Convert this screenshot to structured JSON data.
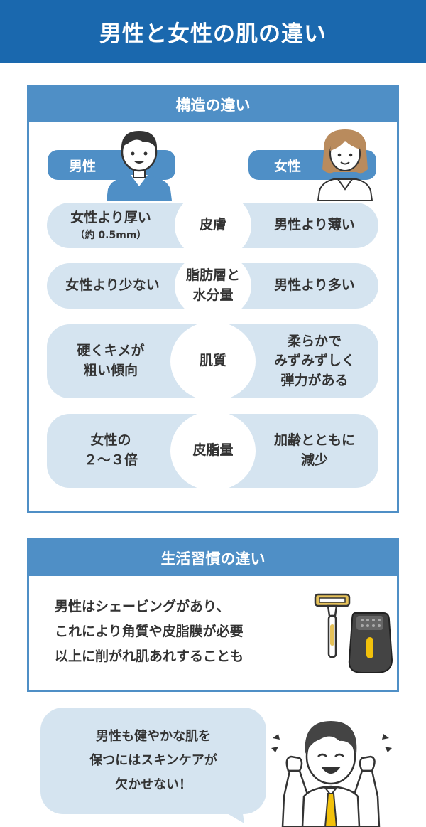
{
  "header": {
    "title": "男性と女性の肌の違い"
  },
  "structure": {
    "title": "構造の違い",
    "male_label": "男性",
    "female_label": "女性",
    "rows": [
      {
        "center": "皮膚",
        "male": "女性より厚い",
        "male_note": "（約 0.5mm）",
        "female": "男性より薄い"
      },
      {
        "center": "脂肪層と\n水分量",
        "male": "女性より少ない",
        "female": "男性より多い"
      },
      {
        "center": "肌質",
        "male": "硬くキメが\n粗い傾向",
        "female": "柔らかで\nみずみずしく\n弾力がある"
      },
      {
        "center": "皮脂量",
        "male": "女性の\n２～３倍",
        "female": "加齢とともに\n減少"
      }
    ]
  },
  "habits": {
    "title": "生活習慣の違い",
    "text": "男性はシェービングがあり、\nこれにより角質や皮脂膜が必要\n以上に削がれ肌あれすることも"
  },
  "bubble": {
    "text": "男性も健やかな肌を\n保つにはスキンケアが\n欠かせない！"
  },
  "colors": {
    "header": "#1a68ae",
    "panel": "#4f8fc6",
    "pill": "#d5e4f0",
    "tie": "#f2c10b"
  }
}
